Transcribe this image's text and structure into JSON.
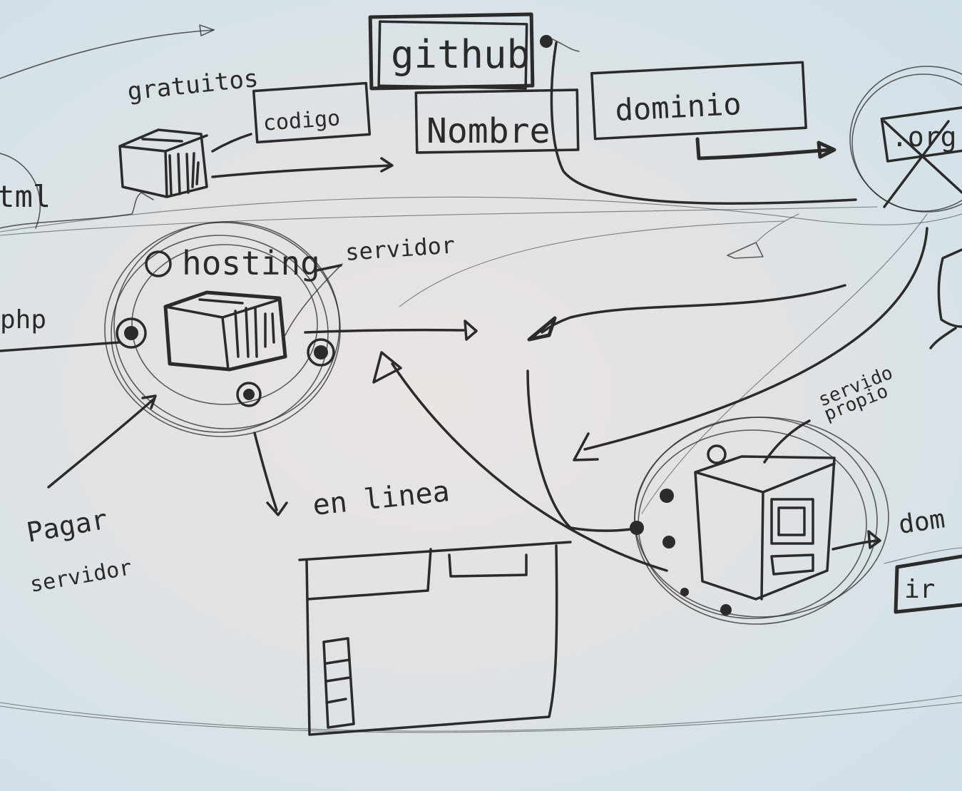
{
  "labels": {
    "github": "github",
    "gratuitos": "gratuitos",
    "codigo": "codigo",
    "nombre": "Nombre",
    "dominio": "dominio",
    "html": "html",
    "hosting": "hosting",
    "servidor": "servidor",
    "php": "php",
    "en_linea": "en linea",
    "pagar_servidor_line1": "Pagar",
    "pagar_servidor_line2": "servidor",
    "servidor_propio_line1": "servido",
    "servidor_propio_line2": "propio",
    "org_crossed": ".org",
    "dom_right": "dom",
    "box_right": "ir"
  },
  "colors": {
    "ink": "#2b2b2b",
    "background_center": "#e9e5e3",
    "background_edge": "#cfdfe7"
  }
}
